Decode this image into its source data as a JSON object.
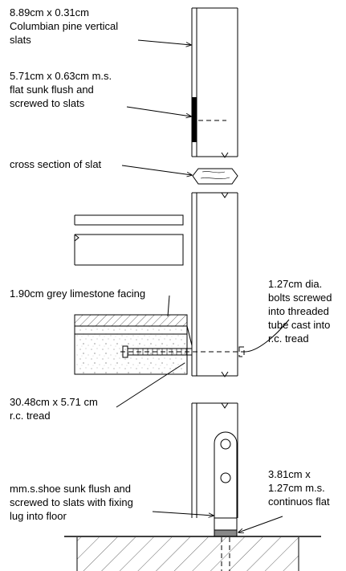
{
  "annotations": {
    "vertical_slats": [
      "8.89cm x 0.31cm",
      "Columbian pine vertical",
      "slats"
    ],
    "flat_bar": [
      "5.71cm x 0.63cm m.s.",
      "flat sunk flush and",
      "screwed to slats"
    ],
    "slat_section": [
      "cross section of slat"
    ],
    "limestone": [
      "1.90cm grey limestone facing"
    ],
    "bolts": [
      "1.27cm dia.",
      "bolts screwed",
      "into threaded",
      "tube cast into",
      "r.c. tread"
    ],
    "tread": [
      "30.48cm x 5.71 cm",
      "r.c. tread"
    ],
    "shoe": [
      "mm.s.shoe sunk flush and",
      "screwed to slats with fixing",
      "lug into floor"
    ],
    "continuous_flat": [
      "3.81cm x",
      "1.27cm m.s.",
      "continuos flat"
    ]
  },
  "icons": [
    "break-line-icon",
    "bolt-icon",
    "hatch-pattern"
  ]
}
